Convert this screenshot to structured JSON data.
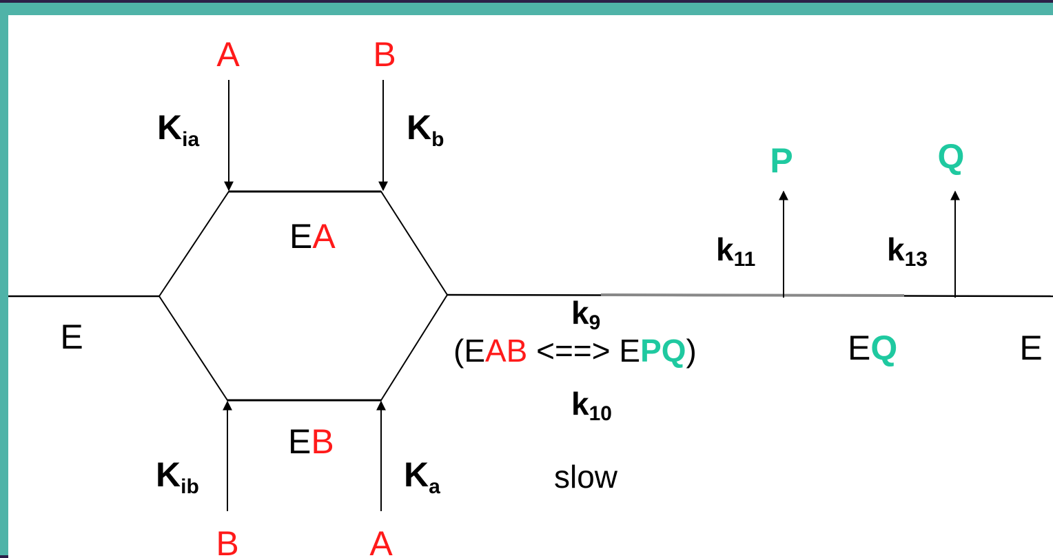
{
  "colors": {
    "frame": "#4fb3a8",
    "background": "#2c1f48",
    "line": "#000000",
    "substrate": "#ff1a1a",
    "product": "#1fc9a0",
    "text": "#000000"
  },
  "substrates": {
    "top_left": "A",
    "top_right": "B",
    "bottom_left": "B",
    "bottom_right": "A"
  },
  "products": {
    "p": "P",
    "q": "Q"
  },
  "constants": {
    "kia": {
      "base": "K",
      "sub": "ia"
    },
    "kb": {
      "base": "K",
      "sub": "b"
    },
    "kib": {
      "base": "K",
      "sub": "ib"
    },
    "ka": {
      "base": "K",
      "sub": "a"
    },
    "k9": {
      "base": "k",
      "sub": "9"
    },
    "k10": {
      "base": "k",
      "sub": "10"
    },
    "k11": {
      "base": "k",
      "sub": "11"
    },
    "k13": {
      "base": "k",
      "sub": "13"
    }
  },
  "species": {
    "e_left": "E",
    "e_right": "E",
    "ea": {
      "e": "E",
      "s": "A"
    },
    "eb": {
      "e": "E",
      "s": "B"
    },
    "eq": {
      "e": "E",
      "s": "Q"
    }
  },
  "central": {
    "open": "(E",
    "ab": "AB",
    "arrow": " <==> E",
    "pq": "PQ",
    "close": ")"
  },
  "note": "slow"
}
